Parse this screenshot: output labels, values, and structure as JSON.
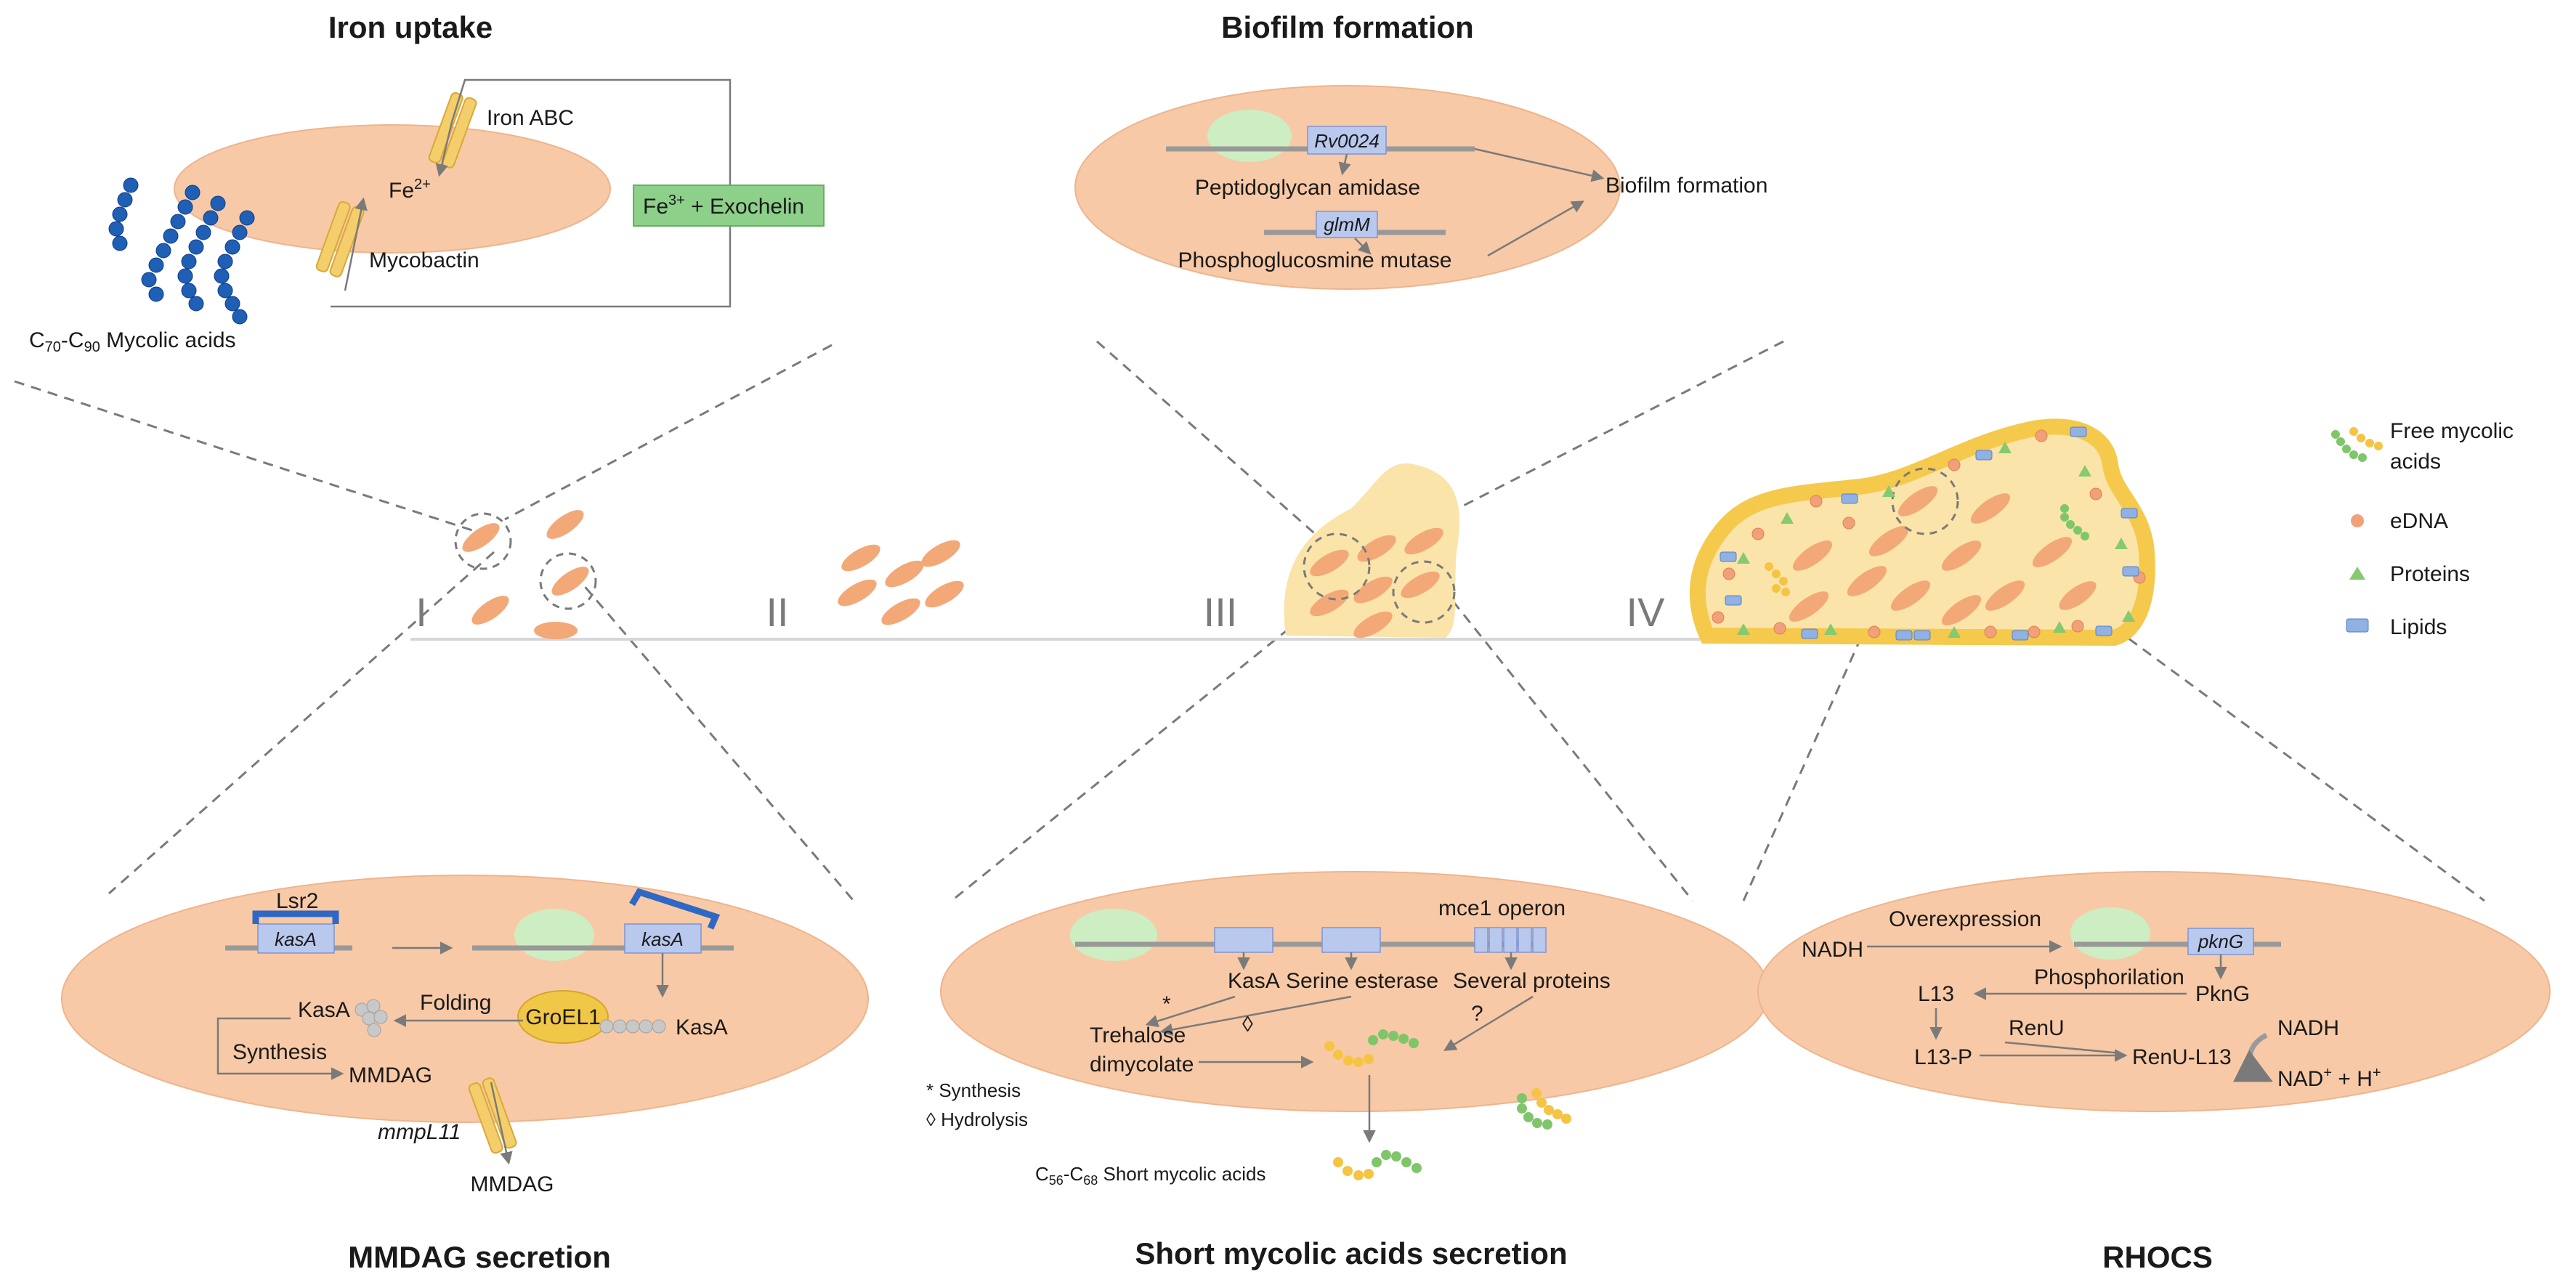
{
  "titles": {
    "iron": "Iron uptake",
    "biofilm": "Biofilm formation",
    "mmdag": "MMDAG secretion",
    "short": "Short mycolic acids secretion",
    "rhocs": "RHOCS"
  },
  "stages": [
    "I",
    "II",
    "III",
    "IV"
  ],
  "legend": {
    "free_mycolic_1": "Free mycolic",
    "free_mycolic_2": "acids",
    "edna": "eDNA",
    "proteins": "Proteins",
    "lipids": "Lipids"
  },
  "iron": {
    "iron_abc": "Iron ABC",
    "fe2": "Fe",
    "fe2_sup": "2+",
    "mycobactin": "Mycobactin",
    "fe3": "Fe",
    "fe3_sup": "3+",
    "exochelin": " + Exochelin",
    "mycolic_c": "C",
    "mycolic_s1": "70",
    "mycolic_dash": "-C",
    "mycolic_s2": "90",
    "mycolic_rest": " Mycolic acids"
  },
  "biofilm": {
    "gene1": "Rv0024",
    "amidase": "Peptidoglycan amidase",
    "gene2": "glmM",
    "mutase": "Phosphoglucosmine mutase",
    "result": "Biofilm formation"
  },
  "mmdag": {
    "lsr2": "Lsr2",
    "kasA_gene1": "kasA",
    "kasA_gene2": "kasA",
    "kasA_left": "KasA",
    "folding": "Folding",
    "groel": "GroEL1",
    "kasA_right": "KasA",
    "synthesis": "Synthesis",
    "mmdag_in": "MMDAG",
    "mmpl11": "mmpL11",
    "mmdag_out": "MMDAG"
  },
  "short": {
    "mce1": "mce1 operon",
    "kasA": "KasA",
    "serine": "Serine esterase",
    "several": "Several proteins",
    "star": "*",
    "diamond": "◊",
    "question": "?",
    "trehalose1": "Trehalose",
    "trehalose2": "dimycolate",
    "note_synth": "* Synthesis",
    "note_hydro": "◊ Hydrolysis",
    "short_c": "C",
    "short_s1": "56",
    "short_dash": "-C",
    "short_s2": "68",
    "short_rest": " Short mycolic acids"
  },
  "rhocs": {
    "nadh1": "NADH",
    "overexpression": "Overexpression",
    "pkng_gene": "pknG",
    "l13": "L13",
    "phosphorilation": "Phosphorilation",
    "pkng": "PknG",
    "renu": "RenU",
    "l13p": "L13-P",
    "renul13": "RenU-L13",
    "nadh2": "NADH",
    "nad": "NAD",
    "nad_sup": "+",
    "nad_rest": " + H",
    "h_sup": "+"
  },
  "colors": {
    "cell": "#f7c7a3",
    "cell_dark": "#f0a070",
    "matrix": "#fbe2a6",
    "matrix_border": "#f5cf58",
    "ribosome": "#cdeec2",
    "gene_box": "#b9c9ee",
    "transporter": "#f4ce6a",
    "mycolic_blue": "#1f5fb5",
    "edna": "#f2a07a",
    "protein": "#86c96f",
    "lipid": "#8fb1e3",
    "exochelin_box": "#8dd08a",
    "lsr2": "#2f68c4"
  }
}
